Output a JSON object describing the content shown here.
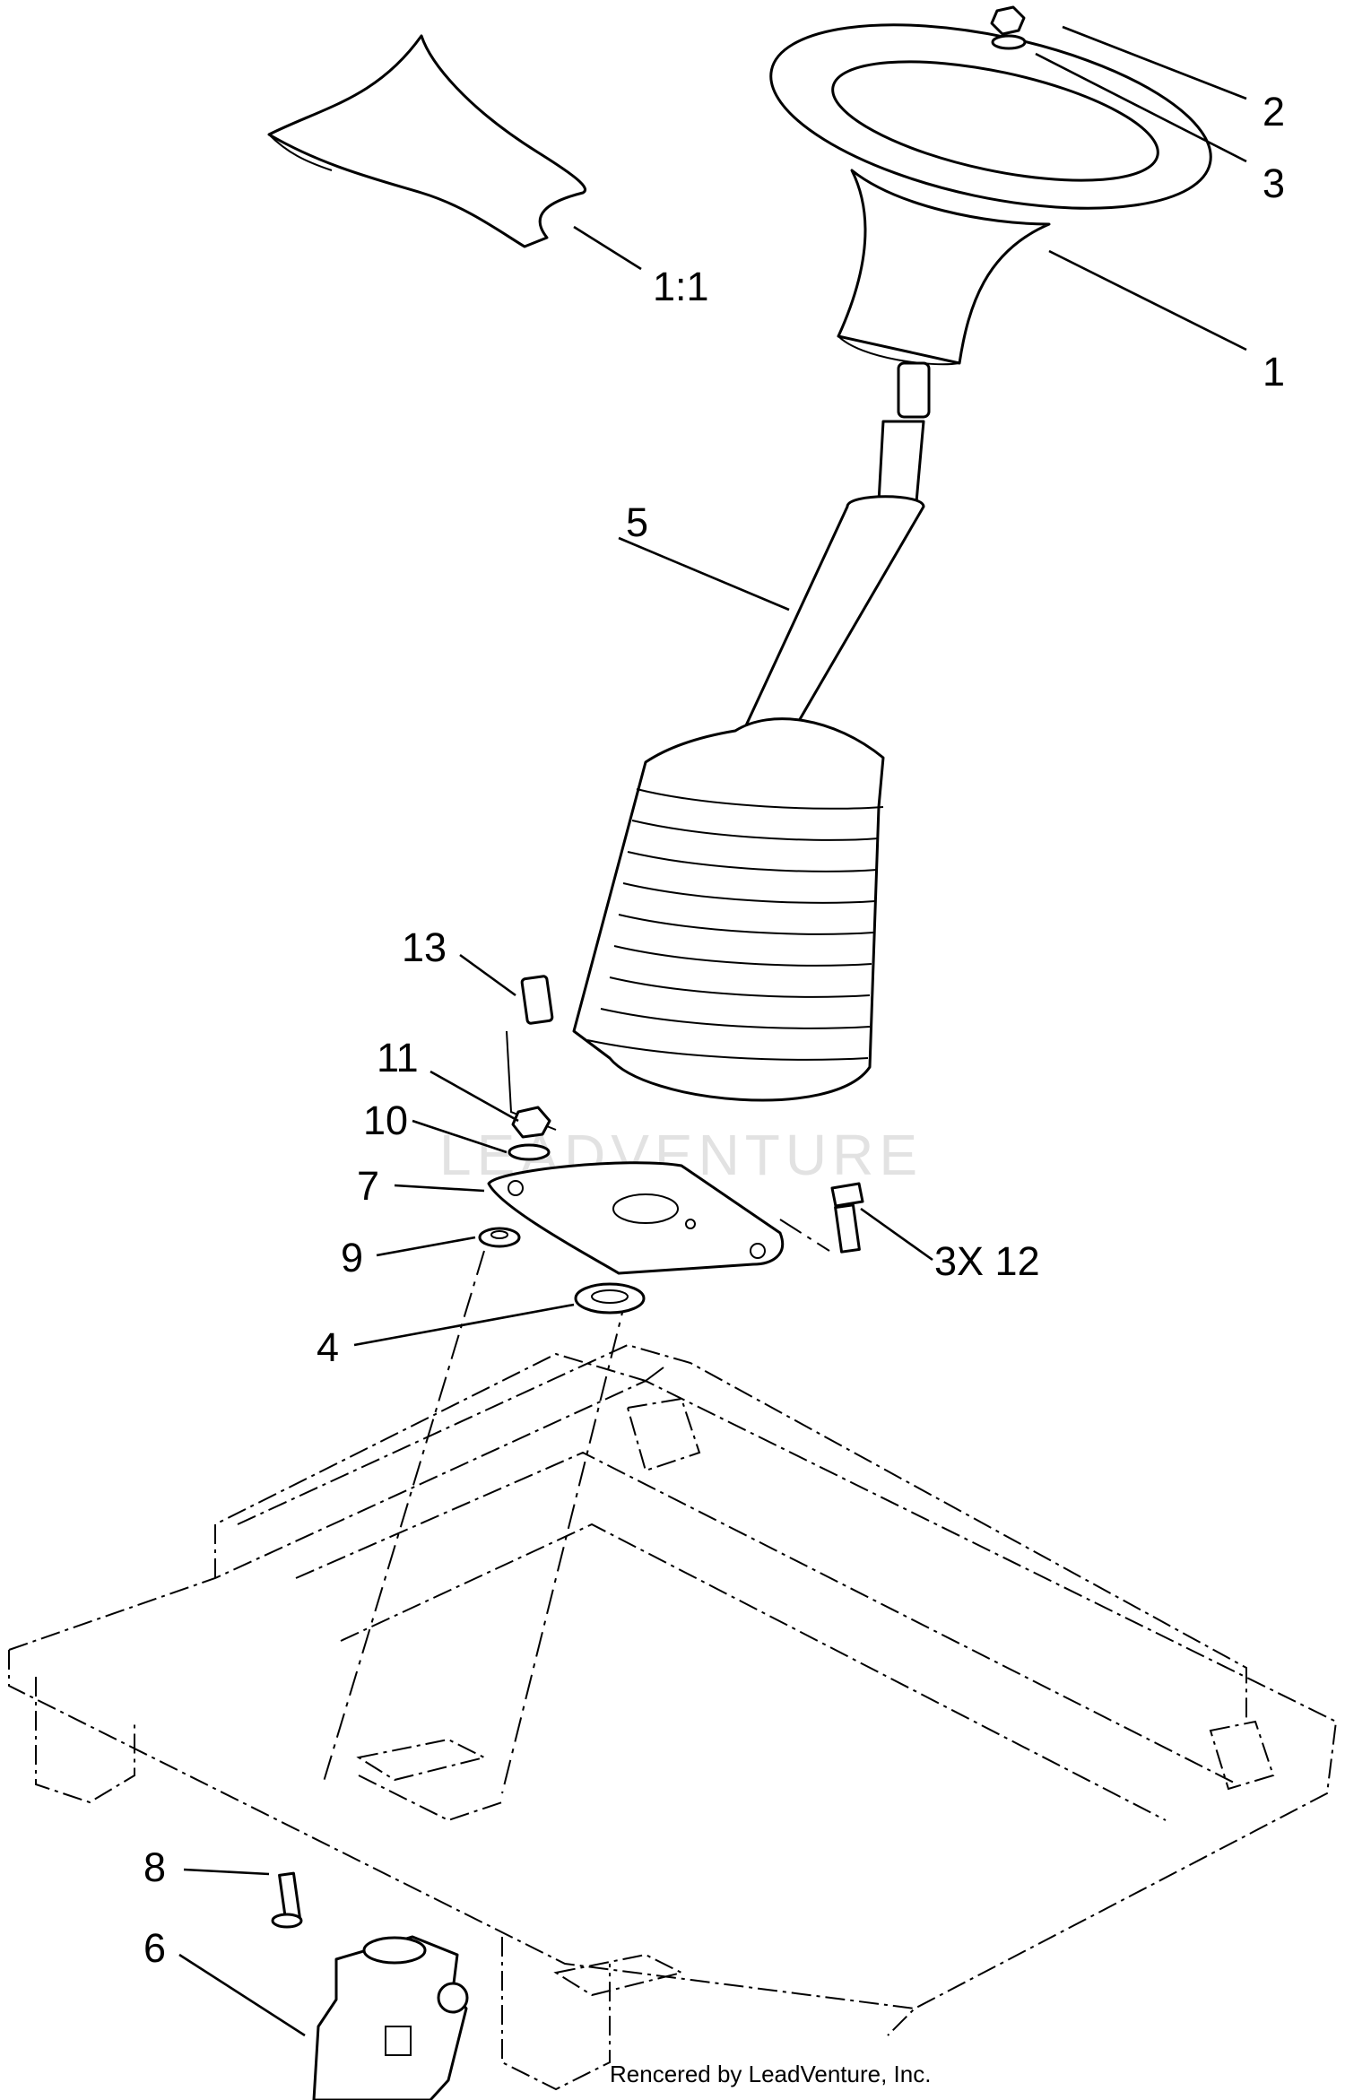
{
  "callouts": {
    "c1_1": "1:1",
    "c2": "2",
    "c3": "3",
    "c1": "1",
    "c5": "5",
    "c13": "13",
    "c11": "11",
    "c10": "10",
    "c7": "7",
    "c9": "9",
    "c3x12": "3X 12",
    "c4": "4",
    "c8": "8",
    "c6": "6"
  },
  "watermark": "LEADVENTURE",
  "footer": "Rencered by LeadVenture, Inc."
}
